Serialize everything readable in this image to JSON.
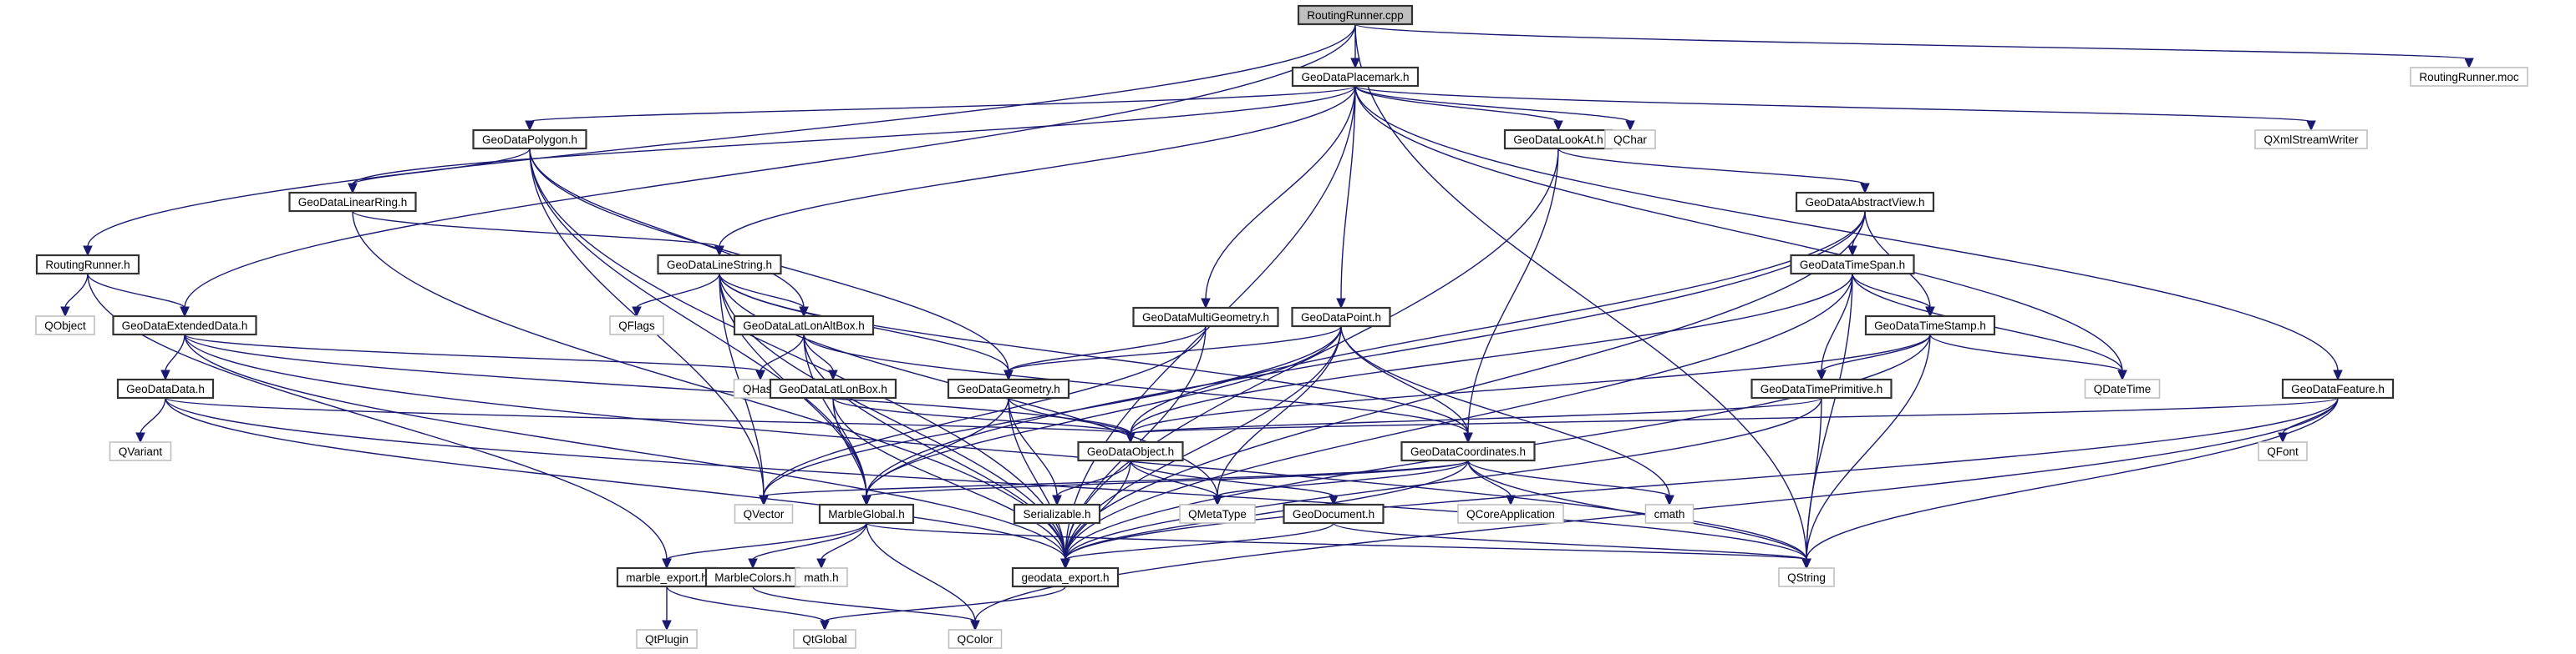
{
  "title": "RoutingRunner.cpp include dependency graph",
  "colors": {
    "edge": "#191970",
    "root_fill": "#bfbfbf",
    "local_border": "#333333",
    "external_border": "#bfbfbf"
  },
  "nodes": [
    {
      "id": "RoutingRunner_cpp",
      "label": "RoutingRunner.cpp",
      "kind": "root"
    },
    {
      "id": "GeoDataPlacemark_h",
      "label": "GeoDataPlacemark.h",
      "kind": "local"
    },
    {
      "id": "RoutingRunner_moc",
      "label": "RoutingRunner.moc",
      "kind": "external"
    },
    {
      "id": "GeoDataPolygon_h",
      "label": "GeoDataPolygon.h",
      "kind": "local"
    },
    {
      "id": "GeoDataLookAt_h",
      "label": "GeoDataLookAt.h",
      "kind": "local"
    },
    {
      "id": "QChar",
      "label": "QChar",
      "kind": "external"
    },
    {
      "id": "QXmlStreamWriter",
      "label": "QXmlStreamWriter",
      "kind": "external"
    },
    {
      "id": "GeoDataLinearRing_h",
      "label": "GeoDataLinearRing.h",
      "kind": "local"
    },
    {
      "id": "GeoDataAbstractView_h",
      "label": "GeoDataAbstractView.h",
      "kind": "local"
    },
    {
      "id": "RoutingRunner_h",
      "label": "RoutingRunner.h",
      "kind": "local"
    },
    {
      "id": "GeoDataLineString_h",
      "label": "GeoDataLineString.h",
      "kind": "local"
    },
    {
      "id": "GeoDataTimeSpan_h",
      "label": "GeoDataTimeSpan.h",
      "kind": "local"
    },
    {
      "id": "QObject",
      "label": "QObject",
      "kind": "external"
    },
    {
      "id": "GeoDataExtendedData_h",
      "label": "GeoDataExtendedData.h",
      "kind": "local"
    },
    {
      "id": "QFlags",
      "label": "QFlags",
      "kind": "external"
    },
    {
      "id": "GeoDataLatLonAltBox_h",
      "label": "GeoDataLatLonAltBox.h",
      "kind": "local"
    },
    {
      "id": "GeoDataMultiGeometry_h",
      "label": "GeoDataMultiGeometry.h",
      "kind": "local"
    },
    {
      "id": "GeoDataPoint_h",
      "label": "GeoDataPoint.h",
      "kind": "local"
    },
    {
      "id": "GeoDataTimeStamp_h",
      "label": "GeoDataTimeStamp.h",
      "kind": "local"
    },
    {
      "id": "QHash",
      "label": "QHash",
      "kind": "external"
    },
    {
      "id": "GeoDataData_h",
      "label": "GeoDataData.h",
      "kind": "local"
    },
    {
      "id": "GeoDataLatLonBox_h",
      "label": "GeoDataLatLonBox.h",
      "kind": "local"
    },
    {
      "id": "GeoDataGeometry_h",
      "label": "GeoDataGeometry.h",
      "kind": "local"
    },
    {
      "id": "GeoDataTimePrimitive_h",
      "label": "GeoDataTimePrimitive.h",
      "kind": "local"
    },
    {
      "id": "QDateTime",
      "label": "QDateTime",
      "kind": "external"
    },
    {
      "id": "GeoDataFeature_h",
      "label": "GeoDataFeature.h",
      "kind": "local"
    },
    {
      "id": "QVariant",
      "label": "QVariant",
      "kind": "external"
    },
    {
      "id": "GeoDataObject_h",
      "label": "GeoDataObject.h",
      "kind": "local"
    },
    {
      "id": "GeoDataCoordinates_h",
      "label": "GeoDataCoordinates.h",
      "kind": "local"
    },
    {
      "id": "QFont",
      "label": "QFont",
      "kind": "external"
    },
    {
      "id": "QVector",
      "label": "QVector",
      "kind": "external"
    },
    {
      "id": "MarbleGlobal_h",
      "label": "MarbleGlobal.h",
      "kind": "local"
    },
    {
      "id": "Serializable_h",
      "label": "Serializable.h",
      "kind": "local"
    },
    {
      "id": "QMetaType",
      "label": "QMetaType",
      "kind": "external"
    },
    {
      "id": "GeoDocument_h",
      "label": "GeoDocument.h",
      "kind": "local"
    },
    {
      "id": "QCoreApplication",
      "label": "QCoreApplication",
      "kind": "external"
    },
    {
      "id": "cmath",
      "label": "cmath",
      "kind": "external"
    },
    {
      "id": "marble_export_h",
      "label": "marble_export.h",
      "kind": "local"
    },
    {
      "id": "MarbleColors_h",
      "label": "MarbleColors.h",
      "kind": "local"
    },
    {
      "id": "math_h",
      "label": "math.h",
      "kind": "external"
    },
    {
      "id": "geodata_export_h",
      "label": "geodata_export.h",
      "kind": "local"
    },
    {
      "id": "QString",
      "label": "QString",
      "kind": "external"
    },
    {
      "id": "QtPlugin",
      "label": "QtPlugin",
      "kind": "external"
    },
    {
      "id": "QtGlobal",
      "label": "QtGlobal",
      "kind": "external"
    },
    {
      "id": "QColor",
      "label": "QColor",
      "kind": "external"
    }
  ],
  "edges": [
    [
      "RoutingRunner_cpp",
      "GeoDataPlacemark_h"
    ],
    [
      "RoutingRunner_cpp",
      "RoutingRunner_moc"
    ],
    [
      "RoutingRunner_cpp",
      "RoutingRunner_h"
    ],
    [
      "RoutingRunner_cpp",
      "GeoDataExtendedData_h"
    ],
    [
      "RoutingRunner_cpp",
      "QString"
    ],
    [
      "GeoDataPlacemark_h",
      "GeoDataPolygon_h"
    ],
    [
      "GeoDataPlacemark_h",
      "GeoDataLookAt_h"
    ],
    [
      "GeoDataPlacemark_h",
      "QChar"
    ],
    [
      "GeoDataPlacemark_h",
      "QXmlStreamWriter"
    ],
    [
      "GeoDataPlacemark_h",
      "GeoDataLinearRing_h"
    ],
    [
      "GeoDataPlacemark_h",
      "GeoDataLineString_h"
    ],
    [
      "GeoDataPlacemark_h",
      "GeoDataMultiGeometry_h"
    ],
    [
      "GeoDataPlacemark_h",
      "GeoDataPoint_h"
    ],
    [
      "GeoDataPlacemark_h",
      "GeoDataFeature_h"
    ],
    [
      "GeoDataPlacemark_h",
      "QDateTime"
    ],
    [
      "GeoDataPlacemark_h",
      "geodata_export_h"
    ],
    [
      "GeoDataPolygon_h",
      "GeoDataLinearRing_h"
    ],
    [
      "GeoDataPolygon_h",
      "GeoDataLatLonAltBox_h"
    ],
    [
      "GeoDataPolygon_h",
      "GeoDataGeometry_h"
    ],
    [
      "GeoDataPolygon_h",
      "QVector"
    ],
    [
      "GeoDataPolygon_h",
      "MarbleGlobal_h"
    ],
    [
      "GeoDataPolygon_h",
      "geodata_export_h"
    ],
    [
      "GeoDataLinearRing_h",
      "GeoDataLineString_h"
    ],
    [
      "GeoDataLinearRing_h",
      "geodata_export_h"
    ],
    [
      "GeoDataLookAt_h",
      "GeoDataAbstractView_h"
    ],
    [
      "GeoDataLookAt_h",
      "GeoDataCoordinates_h"
    ],
    [
      "GeoDataLookAt_h",
      "geodata_export_h"
    ],
    [
      "GeoDataAbstractView_h",
      "GeoDataTimeSpan_h"
    ],
    [
      "GeoDataAbstractView_h",
      "GeoDataTimeStamp_h"
    ],
    [
      "GeoDataAbstractView_h",
      "GeoDataObject_h"
    ],
    [
      "GeoDataAbstractView_h",
      "MarbleGlobal_h"
    ],
    [
      "GeoDataAbstractView_h",
      "geodata_export_h"
    ],
    [
      "GeoDataTimeSpan_h",
      "GeoDataTimeStamp_h"
    ],
    [
      "GeoDataTimeSpan_h",
      "GeoDataTimePrimitive_h"
    ],
    [
      "GeoDataTimeSpan_h",
      "QDateTime"
    ],
    [
      "GeoDataTimeSpan_h",
      "GeoDataObject_h"
    ],
    [
      "GeoDataTimeSpan_h",
      "QString"
    ],
    [
      "GeoDataTimeSpan_h",
      "geodata_export_h"
    ],
    [
      "GeoDataTimeStamp_h",
      "GeoDataTimePrimitive_h"
    ],
    [
      "GeoDataTimeStamp_h",
      "QDateTime"
    ],
    [
      "GeoDataTimeStamp_h",
      "GeoDataObject_h"
    ],
    [
      "GeoDataTimeStamp_h",
      "QString"
    ],
    [
      "GeoDataTimeStamp_h",
      "geodata_export_h"
    ],
    [
      "GeoDataTimePrimitive_h",
      "GeoDataObject_h"
    ],
    [
      "GeoDataTimePrimitive_h",
      "QString"
    ],
    [
      "GeoDataTimePrimitive_h",
      "geodata_export_h"
    ],
    [
      "RoutingRunner_h",
      "QObject"
    ],
    [
      "RoutingRunner_h",
      "GeoDataExtendedData_h"
    ],
    [
      "RoutingRunner_h",
      "marble_export_h"
    ],
    [
      "GeoDataExtendedData_h",
      "GeoDataData_h"
    ],
    [
      "GeoDataExtendedData_h",
      "QHash"
    ],
    [
      "GeoDataExtendedData_h",
      "GeoDataObject_h"
    ],
    [
      "GeoDataExtendedData_h",
      "QString"
    ],
    [
      "GeoDataExtendedData_h",
      "geodata_export_h"
    ],
    [
      "GeoDataData_h",
      "QVariant"
    ],
    [
      "GeoDataData_h",
      "GeoDataObject_h"
    ],
    [
      "GeoDataData_h",
      "QString"
    ],
    [
      "GeoDataData_h",
      "geodata_export_h"
    ],
    [
      "GeoDataLineString_h",
      "QFlags"
    ],
    [
      "GeoDataLineString_h",
      "GeoDataLatLonAltBox_h"
    ],
    [
      "GeoDataLineString_h",
      "GeoDataGeometry_h"
    ],
    [
      "GeoDataLineString_h",
      "GeoDataCoordinates_h"
    ],
    [
      "GeoDataLineString_h",
      "QVector"
    ],
    [
      "GeoDataLineString_h",
      "MarbleGlobal_h"
    ],
    [
      "GeoDataLineString_h",
      "QMetaType"
    ],
    [
      "GeoDataLineString_h",
      "geodata_export_h"
    ],
    [
      "GeoDataLatLonAltBox_h",
      "GeoDataLatLonBox_h"
    ],
    [
      "GeoDataLatLonAltBox_h",
      "QHash"
    ],
    [
      "GeoDataLatLonAltBox_h",
      "GeoDataCoordinates_h"
    ],
    [
      "GeoDataLatLonAltBox_h",
      "MarbleGlobal_h"
    ],
    [
      "GeoDataLatLonAltBox_h",
      "geodata_export_h"
    ],
    [
      "GeoDataLatLonBox_h",
      "GeoDataObject_h"
    ],
    [
      "GeoDataLatLonBox_h",
      "MarbleGlobal_h"
    ],
    [
      "GeoDataLatLonBox_h",
      "geodata_export_h"
    ],
    [
      "GeoDataMultiGeometry_h",
      "GeoDataGeometry_h"
    ],
    [
      "GeoDataMultiGeometry_h",
      "QVector"
    ],
    [
      "GeoDataMultiGeometry_h",
      "geodata_export_h"
    ],
    [
      "GeoDataPoint_h",
      "GeoDataGeometry_h"
    ],
    [
      "GeoDataPoint_h",
      "GeoDataCoordinates_h"
    ],
    [
      "GeoDataPoint_h",
      "QMetaType"
    ],
    [
      "GeoDataPoint_h",
      "QVector"
    ],
    [
      "GeoDataPoint_h",
      "cmath"
    ],
    [
      "GeoDataPoint_h",
      "MarbleGlobal_h"
    ],
    [
      "GeoDataPoint_h",
      "geodata_export_h"
    ],
    [
      "GeoDataGeometry_h",
      "GeoDataObject_h"
    ],
    [
      "GeoDataGeometry_h",
      "MarbleGlobal_h"
    ],
    [
      "GeoDataGeometry_h",
      "Serializable_h"
    ],
    [
      "GeoDataGeometry_h",
      "geodata_export_h"
    ],
    [
      "GeoDataFeature_h",
      "GeoDataObject_h"
    ],
    [
      "GeoDataFeature_h",
      "QFont"
    ],
    [
      "GeoDataFeature_h",
      "QColor"
    ],
    [
      "GeoDataFeature_h",
      "QString"
    ],
    [
      "GeoDataFeature_h",
      "geodata_export_h"
    ],
    [
      "GeoDataObject_h",
      "GeoDocument_h"
    ],
    [
      "GeoDataObject_h",
      "Serializable_h"
    ],
    [
      "GeoDataObject_h",
      "QMetaType"
    ],
    [
      "GeoDataObject_h",
      "geodata_export_h"
    ],
    [
      "GeoDataCoordinates_h",
      "QCoreApplication"
    ],
    [
      "GeoDataCoordinates_h",
      "cmath"
    ],
    [
      "GeoDataCoordinates_h",
      "QMetaType"
    ],
    [
      "GeoDataCoordinates_h",
      "QVector"
    ],
    [
      "GeoDataCoordinates_h",
      "MarbleGlobal_h"
    ],
    [
      "GeoDataCoordinates_h",
      "QString"
    ],
    [
      "GeoDataCoordinates_h",
      "geodata_export_h"
    ],
    [
      "GeoDocument_h",
      "QString"
    ],
    [
      "GeoDocument_h",
      "geodata_export_h"
    ],
    [
      "MarbleGlobal_h",
      "marble_export_h"
    ],
    [
      "MarbleGlobal_h",
      "MarbleColors_h"
    ],
    [
      "MarbleGlobal_h",
      "math_h"
    ],
    [
      "MarbleGlobal_h",
      "QColor"
    ],
    [
      "MarbleGlobal_h",
      "QString"
    ],
    [
      "marble_export_h",
      "QtPlugin"
    ],
    [
      "marble_export_h",
      "QtGlobal"
    ],
    [
      "MarbleColors_h",
      "QColor"
    ],
    [
      "geodata_export_h",
      "QtGlobal"
    ]
  ]
}
